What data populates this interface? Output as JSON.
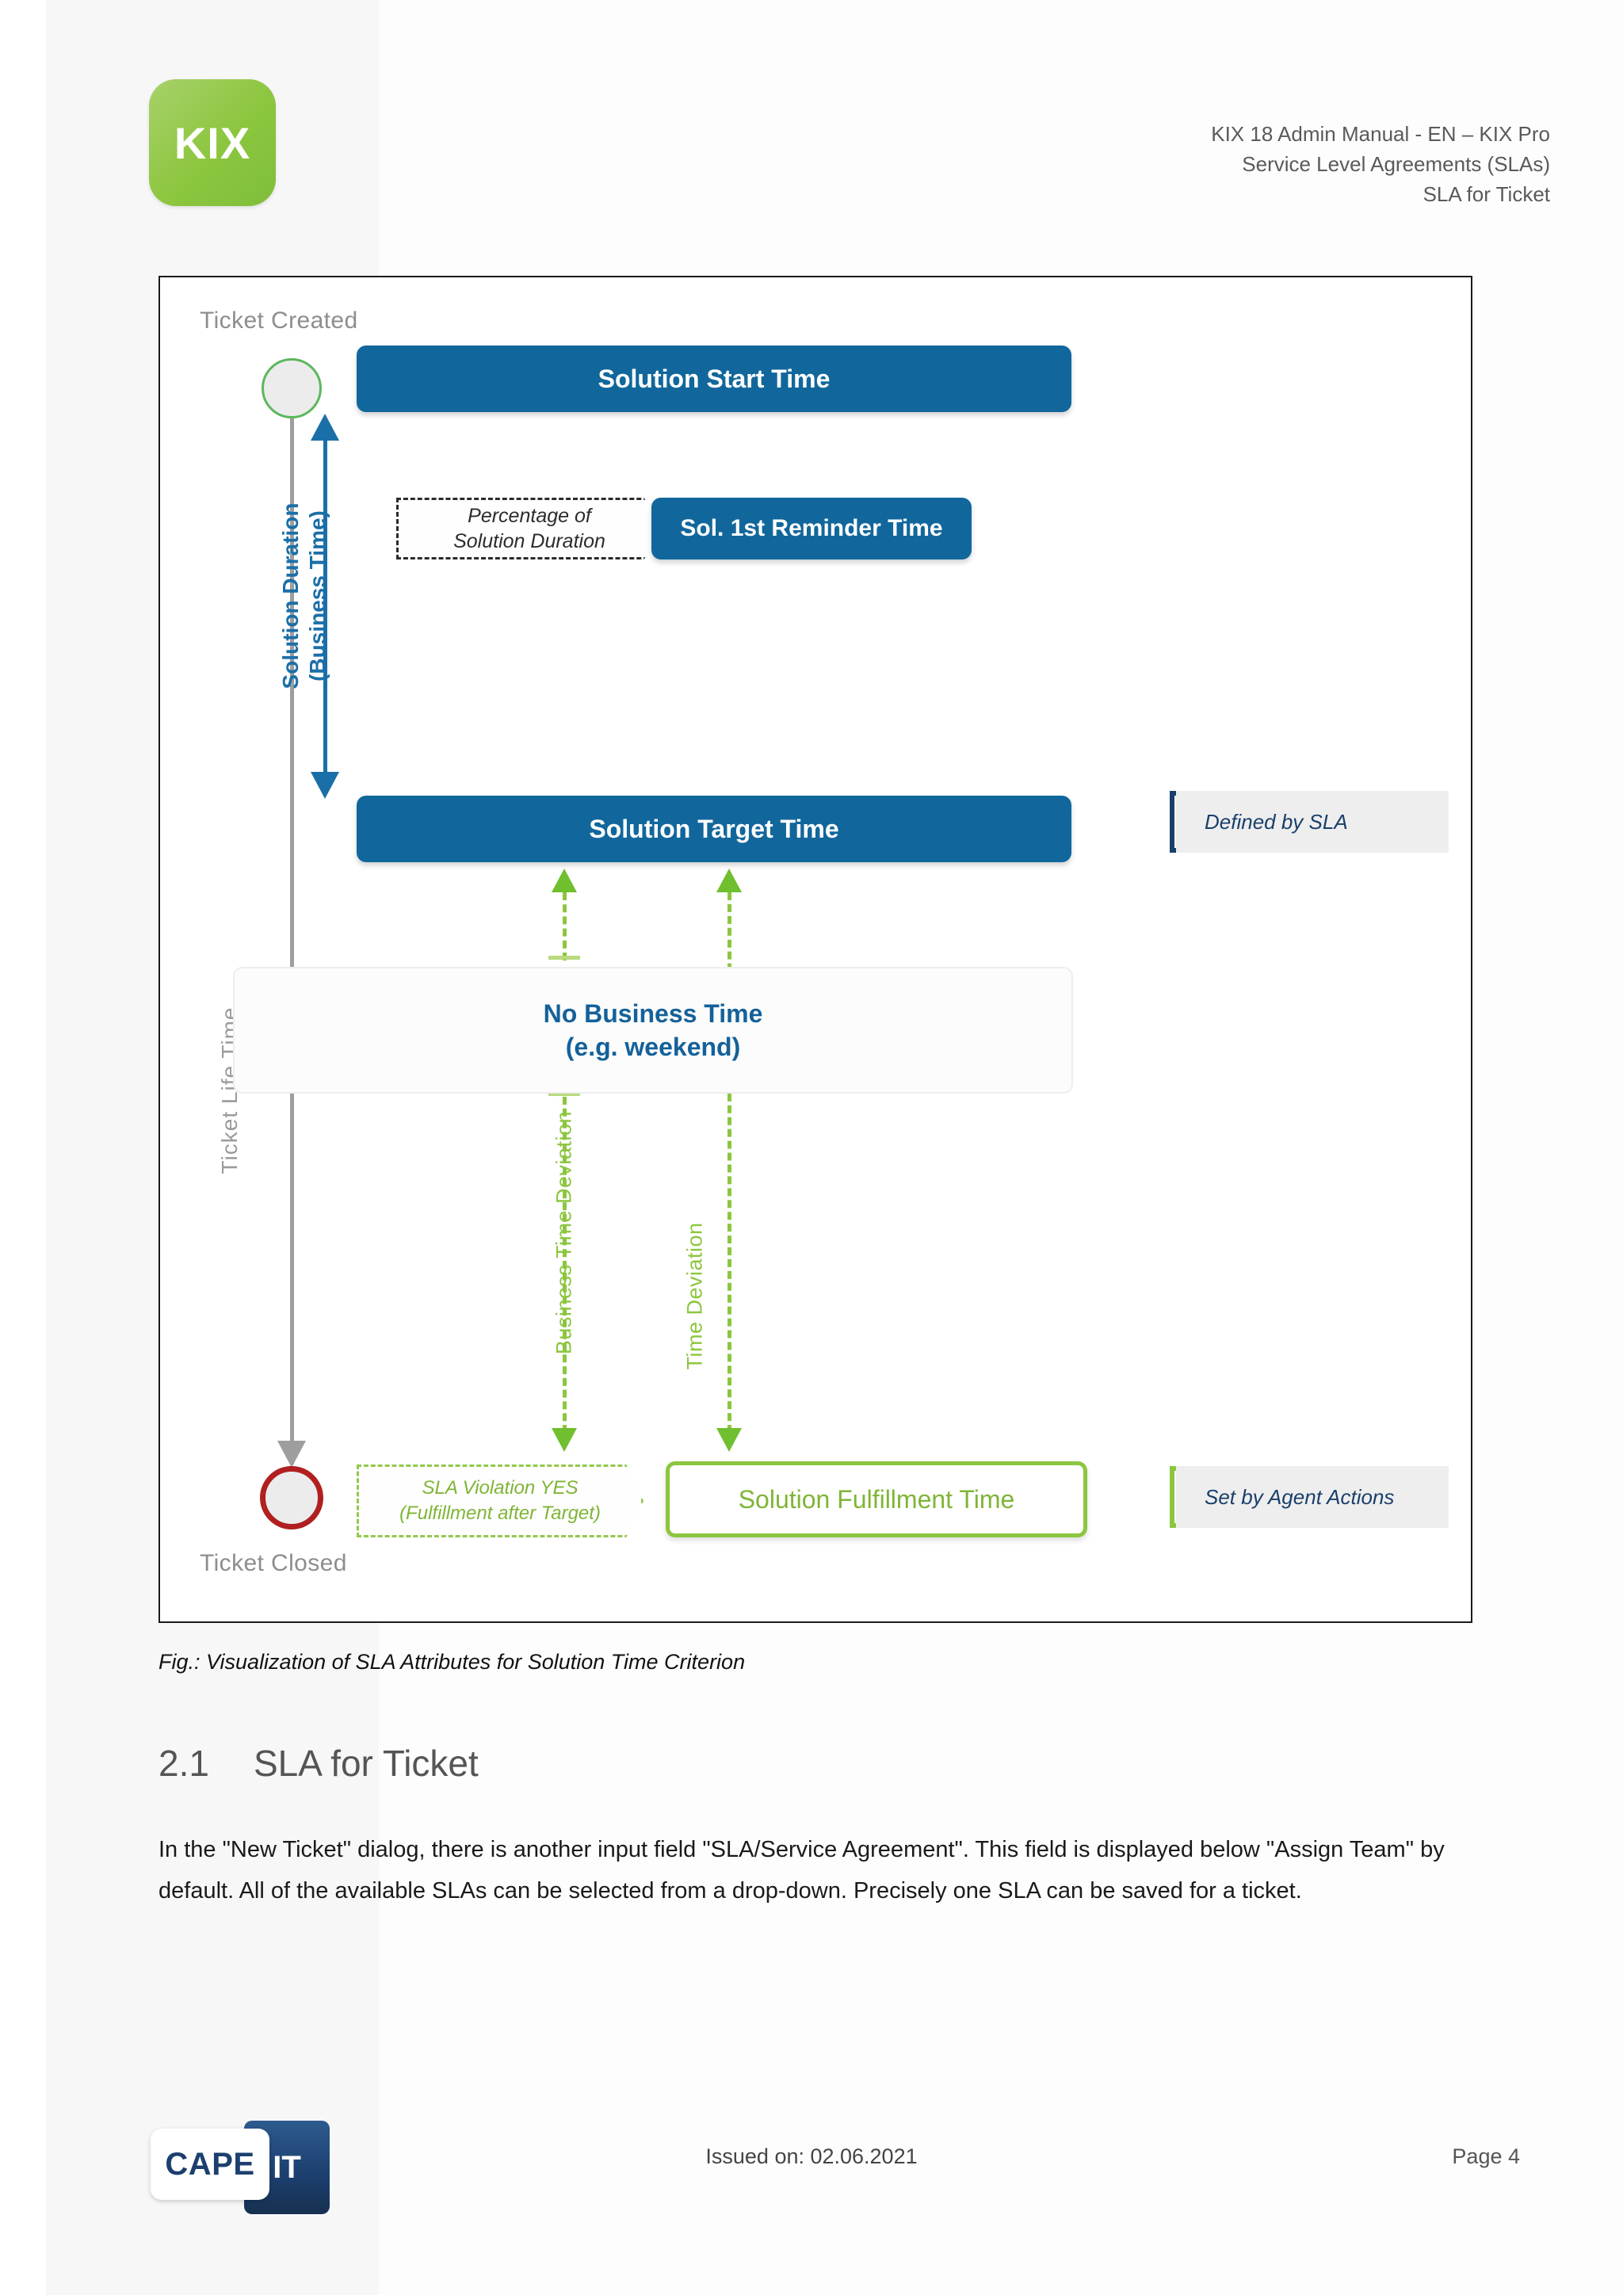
{
  "header": {
    "logo_text": "KIX",
    "line1": "KIX 18 Admin Manual - EN  –  KIX Pro",
    "line2": "Service Level Agreements (SLAs)",
    "line3": "SLA for Ticket"
  },
  "figure": {
    "ticket_created": "Ticket Created",
    "ticket_closed": "Ticket Closed",
    "ticket_life_time": "Ticket Life Time",
    "solution_start_time": "Solution Start Time",
    "solution_target_time": "Solution Target Time",
    "solution_duration_label": "Solution Duration\n(Business Time)",
    "solution_duration_l1": "Solution Duration",
    "solution_duration_l2": "(Business Time)",
    "percentage_callout_l1": "Percentage of",
    "percentage_callout_l2": "Solution Duration",
    "reminder_time": "Sol. 1st Reminder Time",
    "no_business_time_l1": "No Business Time",
    "no_business_time_l2": "(e.g. weekend)",
    "business_time_deviation": "Business Time Deviation",
    "time_deviation": "Time Deviation",
    "sla_violation_l1": "SLA Violation YES",
    "sla_violation_l2": "(Fulfillment after Target)",
    "solution_fulfillment_time": "Solution Fulfillment Time",
    "legend_defined_by_sla": "Defined by SLA",
    "legend_set_by_agent": "Set by Agent Actions",
    "colors": {
      "blue_box": "#11679c",
      "green_accent": "#8cc63f",
      "grey_line": "#9e9e9e",
      "red_circle": "#b02020",
      "legend_bg": "#eeeeee"
    }
  },
  "caption": "Fig.: Visualization of SLA Attributes for Solution Time Criterion",
  "section": {
    "number": "2.1",
    "title": "SLA for Ticket",
    "paragraph": "In the \"New Ticket\" dialog, there is another input field \"SLA/Service Agreement\". This field is displayed below \"Assign Team\" by default. All of the available SLAs can be selected from a drop-down. Precisely one SLA can be saved for a ticket."
  },
  "footer": {
    "logo_left": "CAPE",
    "logo_right": "IT",
    "issued_on": "Issued on: 02.06.2021",
    "page": "Page 4"
  }
}
